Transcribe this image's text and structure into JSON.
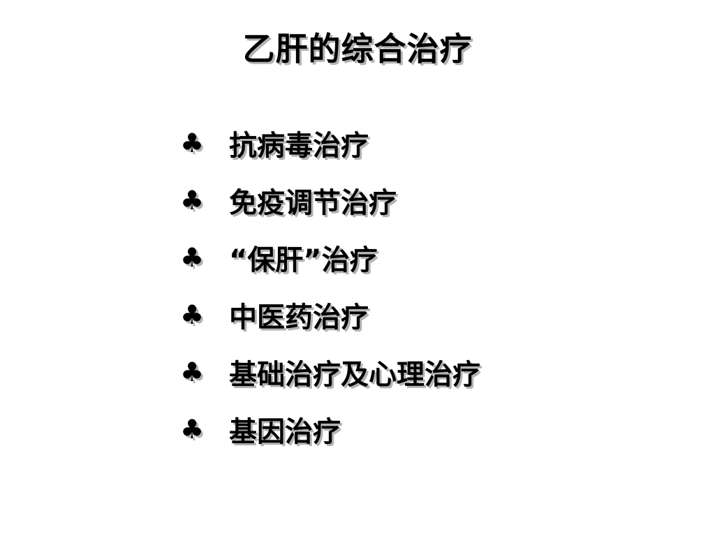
{
  "slide": {
    "title": "乙肝的综合治疗",
    "bullet_icon": "club-suit-icon",
    "bullet_glyph": "♣",
    "items": [
      {
        "label": "抗病毒治疗"
      },
      {
        "label": "免疫调节治疗"
      },
      {
        "label": "“保肝”治疗"
      },
      {
        "label": "中医药治疗"
      },
      {
        "label": "基础治疗及心理治疗"
      },
      {
        "label": "基因治疗"
      }
    ]
  }
}
